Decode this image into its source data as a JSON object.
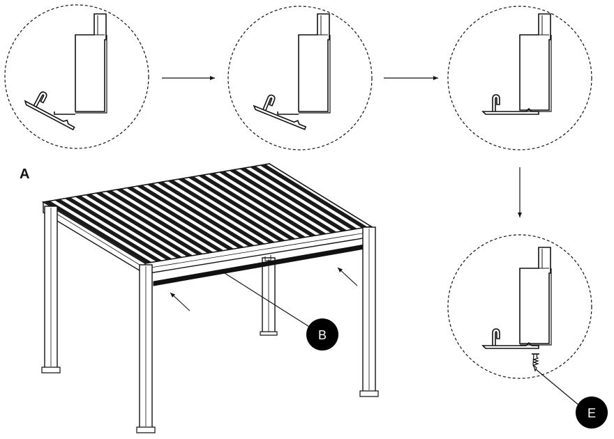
{
  "labels": {
    "section": "A",
    "callout_b": "B",
    "callout_e": "E"
  },
  "colors": {
    "ink": "#111111",
    "paper": "#ffffff",
    "callout_fill": "#000000",
    "callout_text": "#ffffff"
  },
  "sequence": {
    "steps": [
      "step-1-detail",
      "step-2-detail",
      "step-3-detail",
      "step-4-detail"
    ],
    "flow": [
      "arrow-right",
      "arrow-right",
      "arrow-down"
    ]
  }
}
